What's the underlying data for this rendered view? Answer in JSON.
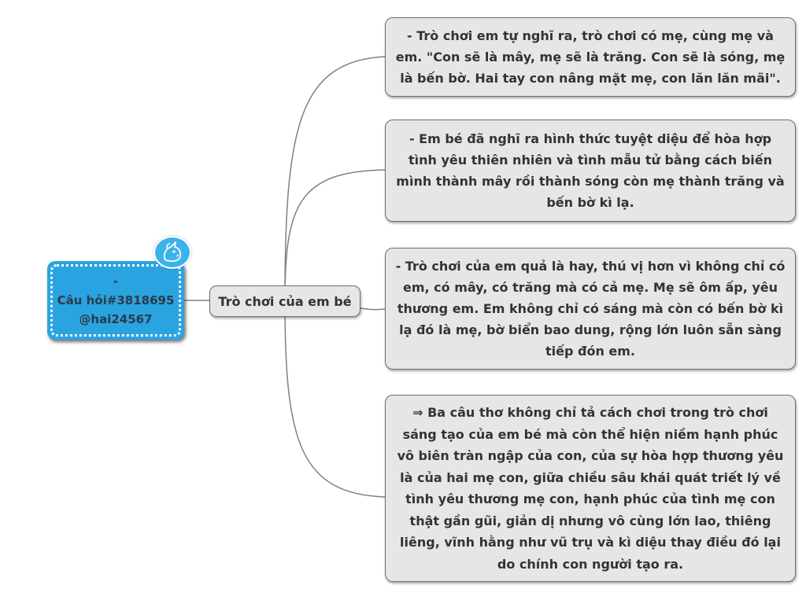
{
  "root": {
    "lines": [
      "-",
      "Câu hỏi#3818695",
      "@hai24567"
    ],
    "badge_icon": "unicorn-icon",
    "color": "#2aa4e0"
  },
  "center": {
    "label": "Trò chơi của em bé"
  },
  "branches": [
    {
      "text": "- Trò chơi em tự nghĩ ra, trò chơi có mẹ, cùng mẹ và em. \"Con sẽ là mây, mẹ sẽ là trăng. Con sẽ là sóng, mẹ là bến bờ. Hai tay con nâng mặt mẹ, con lăn lăn mãi\"."
    },
    {
      "text": "- Em bé đã nghĩ ra hình thức tuyệt diệu để hòa hợp tình yêu thiên nhiên và tình mẫu tử bằng cách biến mình thành mây rồi thành sóng còn mẹ thành trăng và bến bờ kì lạ."
    },
    {
      "text": "- Trò chơi của em quả là hay, thú vị hơn vì không chỉ có em, có mây, có trăng mà có cả mẹ. Mẹ sẽ ôm ấp, yêu thương em. Em không chỉ có sáng mà còn có bến bờ kì lạ đó là mẹ, bờ biển bao dung, rộng lớn luôn sẵn sàng tiếp đón em."
    },
    {
      "text": "⇒ Ba câu thơ không chỉ tả cách chơi trong trò chơi sáng tạo của em bé mà còn thể hiện niềm hạnh phúc vô biên tràn ngập của con, của sự hòa hợp thương yêu là của hai mẹ con, giữa chiều sâu khái quát triết lý về tình yêu thương mẹ con, hạnh phúc của tình mẹ con thật gần gũi, giản dị nhưng vô cùng lớn lao, thiêng liêng, vĩnh hằng như vũ trụ và kì diệu thay điều đó lại do chính con người tạo ra."
    }
  ]
}
